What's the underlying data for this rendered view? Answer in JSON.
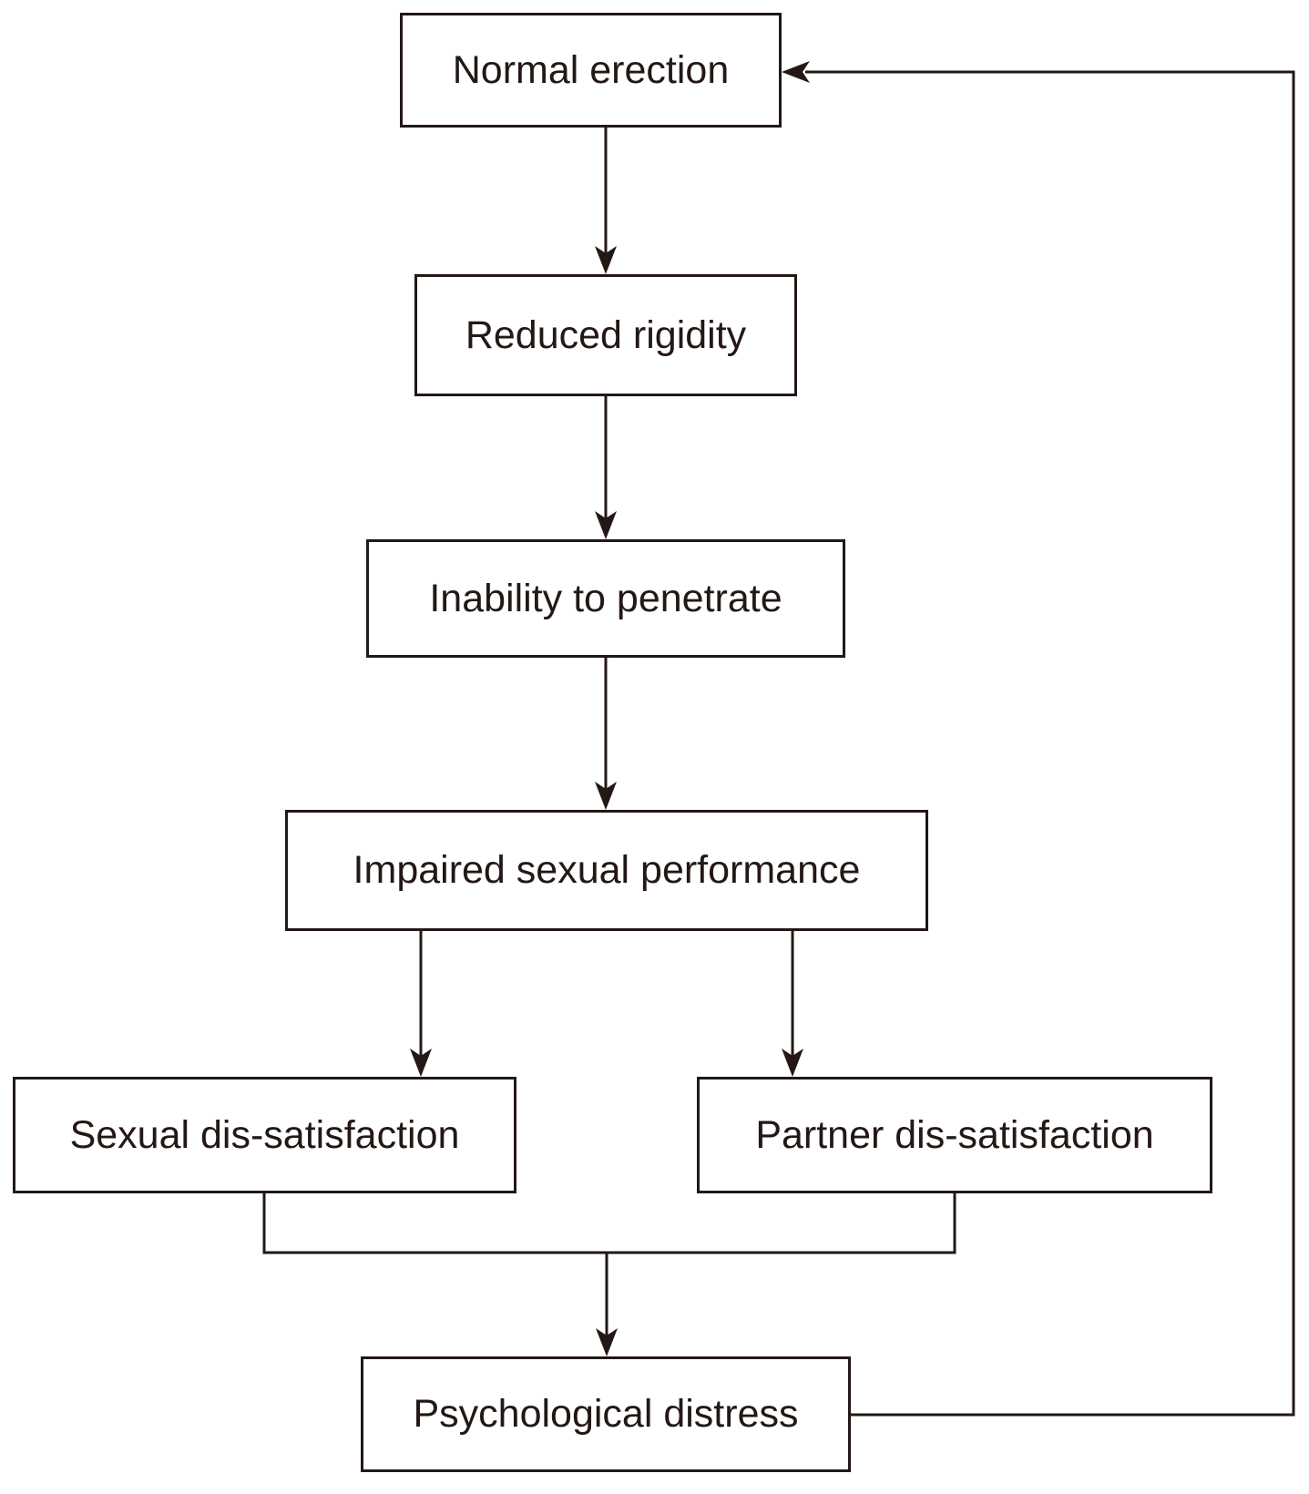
{
  "diagram": {
    "type": "flowchart",
    "background_color": "#ffffff",
    "line_color": "#231815",
    "text_color": "#231815",
    "nodes": {
      "normal_erection": {
        "label": "Normal erection"
      },
      "reduced_rigidity": {
        "label": "Reduced rigidity"
      },
      "inability_to_penetrate": {
        "label": "Inability to penetrate"
      },
      "impaired_sexual_performance": {
        "label": "Impaired sexual performance"
      },
      "sexual_dissatisfaction": {
        "label": "Sexual dis-satisfaction"
      },
      "partner_dissatisfaction": {
        "label": "Partner dis-satisfaction"
      },
      "psychological_distress": {
        "label": "Psychological distress"
      }
    },
    "edges": [
      {
        "from": "Normal erection",
        "to": "Reduced rigidity"
      },
      {
        "from": "Reduced rigidity",
        "to": "Inability to penetrate"
      },
      {
        "from": "Inability to penetrate",
        "to": "Impaired sexual performance"
      },
      {
        "from": "Impaired sexual performance",
        "to": "Sexual dis-satisfaction"
      },
      {
        "from": "Impaired sexual performance",
        "to": "Partner dis-satisfaction"
      },
      {
        "from": "Sexual dis-satisfaction",
        "to": "Psychological distress"
      },
      {
        "from": "Partner dis-satisfaction",
        "to": "Psychological distress"
      },
      {
        "from": "Psychological distress",
        "to": "Normal erection"
      }
    ]
  }
}
